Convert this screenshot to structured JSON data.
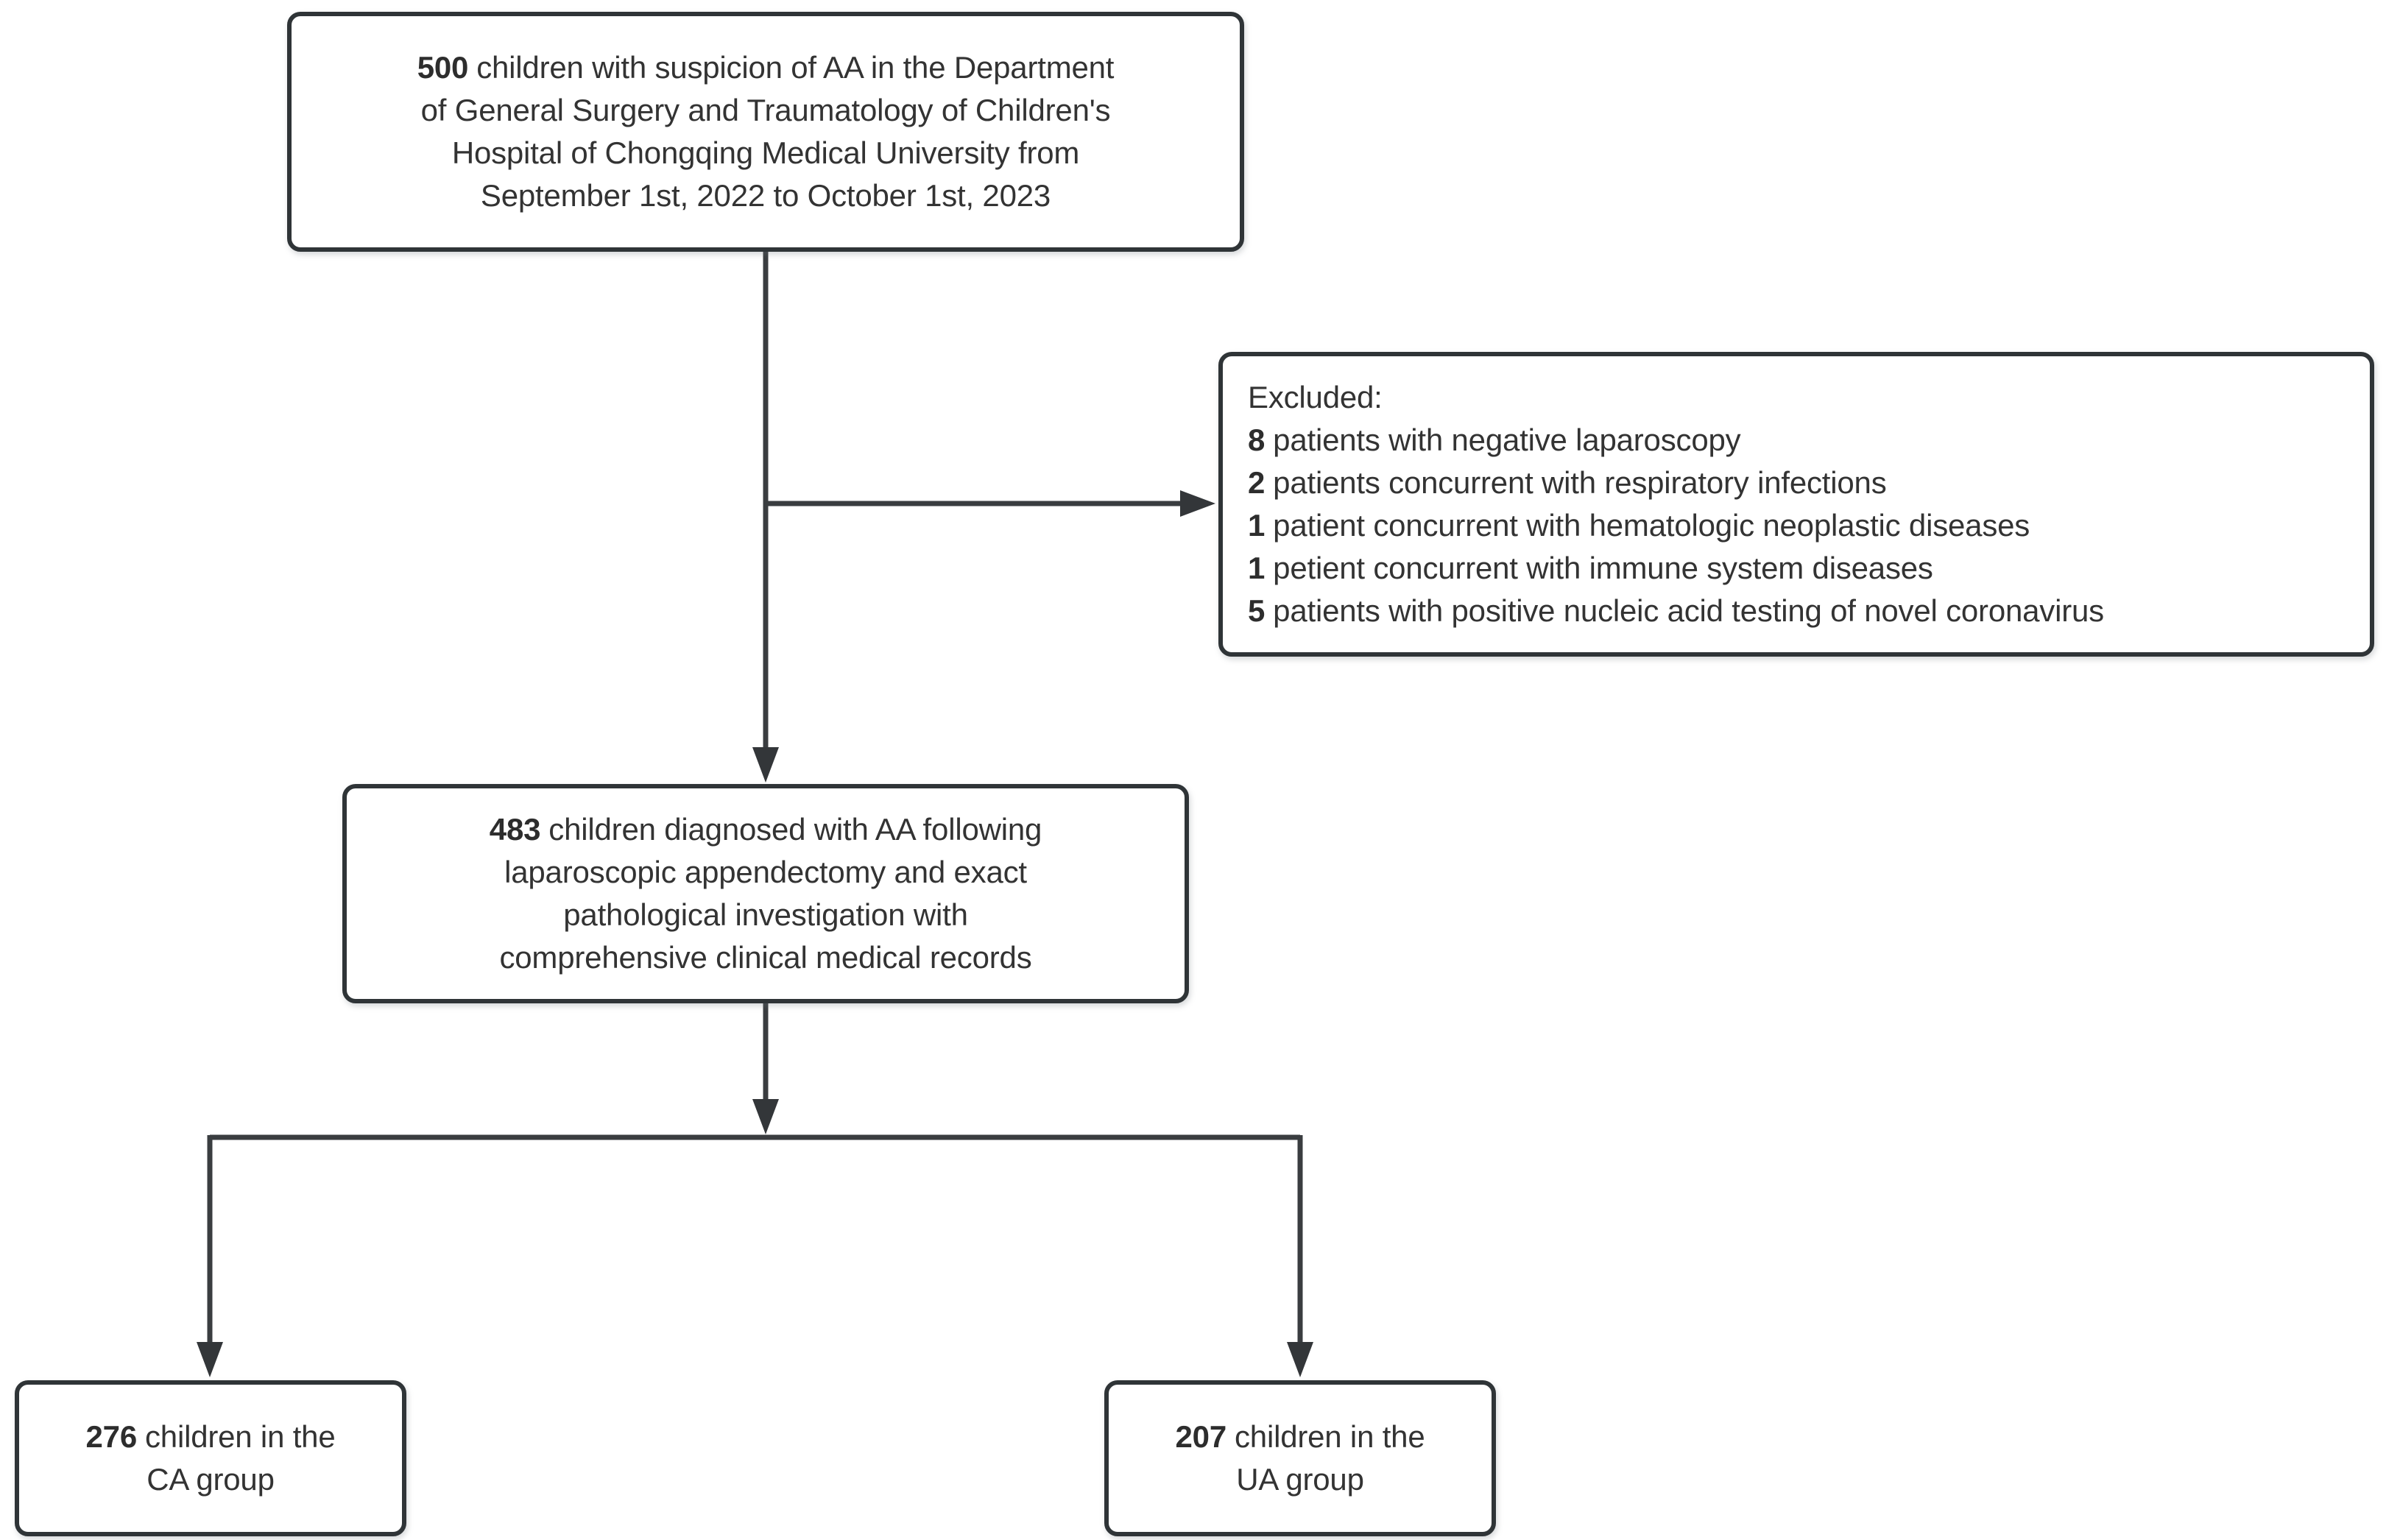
{
  "figure": {
    "background": "#ffffff",
    "border_color": "#2f3437",
    "line_color": "#3a3d40",
    "text_color": "#333333"
  },
  "nodes": {
    "enrollment": {
      "number": "500",
      "lines": [
        "children with suspicion of AA in the Department",
        "of General Surgery and Traumatology of Children's",
        "Hospital of Chongqing Medical University from",
        "September 1st, 2022 to October 1st, 2023"
      ]
    },
    "excluded": {
      "title": "Excluded:",
      "items": [
        {
          "n": "8",
          "t": "patients with negative laparoscopy"
        },
        {
          "n": "2",
          "t": "patients concurrent with respiratory infections"
        },
        {
          "n": "1",
          "t": "patient concurrent with hematologic neoplastic diseases"
        },
        {
          "n": "1",
          "t": "petient concurrent with immune system diseases"
        },
        {
          "n": "5",
          "t": "patients with positive nucleic acid testing of novel coronavirus"
        }
      ]
    },
    "diagnosed": {
      "number": "483",
      "lines": [
        "children diagnosed with AA following",
        "laparoscopic appendectomy and exact",
        "pathological investigation with",
        "comprehensive clinical medical records"
      ]
    },
    "ca_group": {
      "number": "276",
      "lines": [
        "children in the",
        "CA group"
      ]
    },
    "ua_group": {
      "number": "207",
      "lines": [
        "children in the",
        "UA group"
      ]
    }
  }
}
